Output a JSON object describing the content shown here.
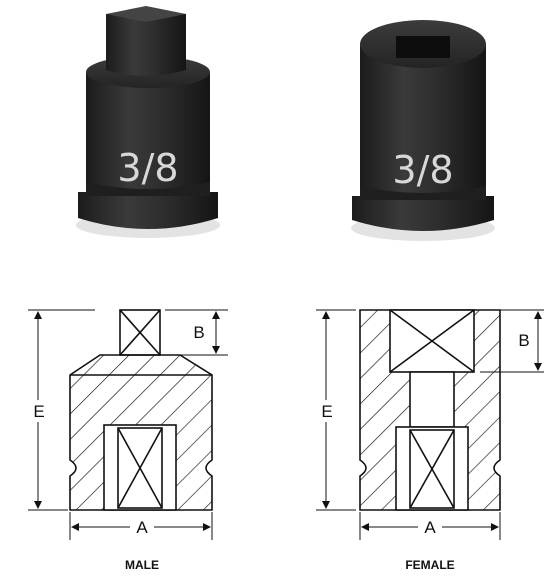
{
  "photos": [
    {
      "id": "male",
      "size_label": "3/8"
    },
    {
      "id": "female",
      "size_label": "3/8"
    }
  ],
  "diagrams": {
    "male": {
      "caption": "MALE",
      "dim_b": "B",
      "dim_e": "E",
      "dim_a": "A"
    },
    "female": {
      "caption": "FEMALE",
      "dim_b": "B",
      "dim_e": "E",
      "dim_a": "A"
    }
  },
  "colors": {
    "body": "#2c2c2c",
    "line": "#111111",
    "label": "#d8d8d8"
  }
}
